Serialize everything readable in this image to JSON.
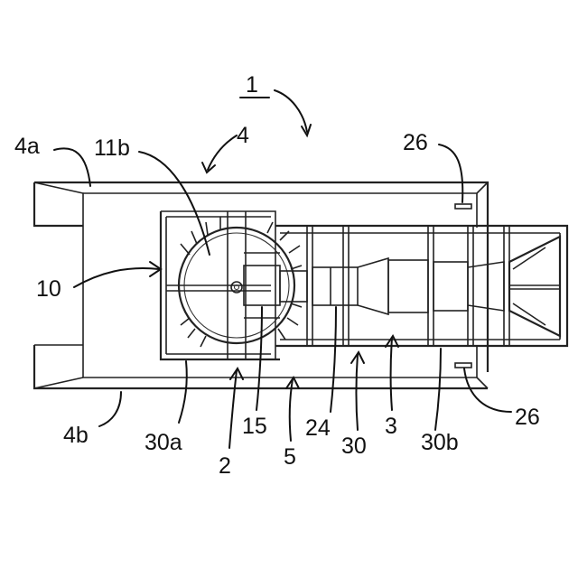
{
  "labels": {
    "l1": "1",
    "l4": "4",
    "l4a": "4a",
    "l11b": "11b",
    "l26_top": "26",
    "l10": "10",
    "l4b": "4b",
    "l30a": "30a",
    "l2": "2",
    "l15": "15",
    "l5": "5",
    "l24": "24",
    "l30": "30",
    "l3": "3",
    "l30b": "30b",
    "l26_bot": "26"
  }
}
